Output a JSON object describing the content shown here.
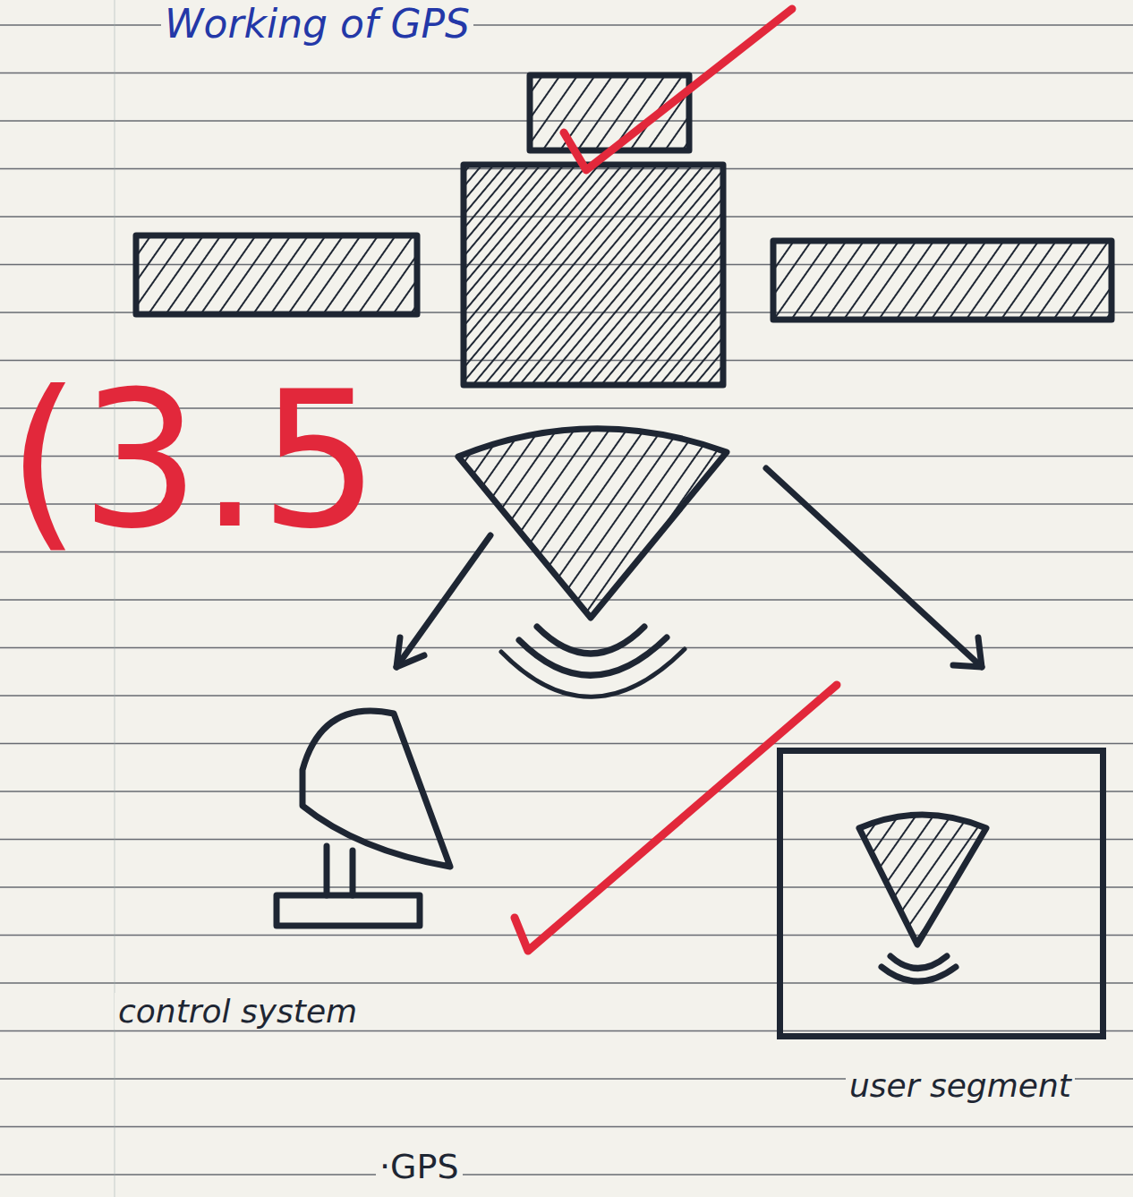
{
  "diagram": {
    "title": "Working of GPS",
    "caption": "·GPS",
    "nodes": [
      {
        "text": [
          "control system"
        ]
      },
      {
        "text": [
          "user segment"
        ]
      }
    ],
    "labels": [
      "(3.5"
    ]
  }
}
